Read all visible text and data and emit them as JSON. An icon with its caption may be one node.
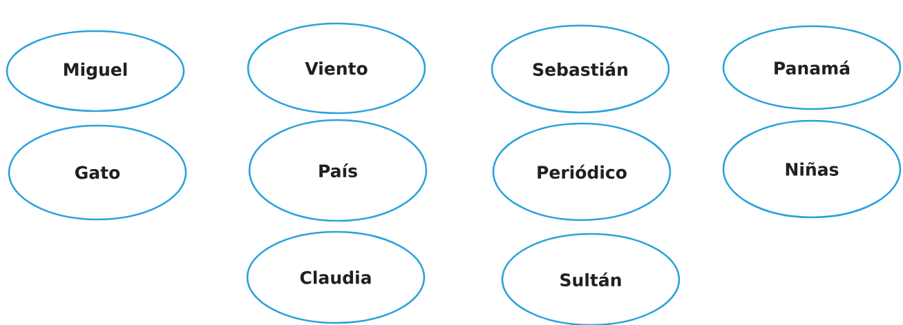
{
  "diagram": {
    "nodes": [
      {
        "text": [
          "Miguel"
        ]
      },
      {
        "text": [
          "Viento"
        ]
      },
      {
        "text": [
          "Sebastián"
        ]
      },
      {
        "text": [
          "Panamá"
        ]
      },
      {
        "text": [
          "Gato"
        ]
      },
      {
        "text": [
          "País"
        ]
      },
      {
        "text": [
          "Periódico"
        ]
      },
      {
        "text": [
          "Niñas"
        ]
      },
      {
        "text": [
          "Claudia"
        ]
      },
      {
        "text": [
          "Sultán"
        ]
      }
    ]
  }
}
